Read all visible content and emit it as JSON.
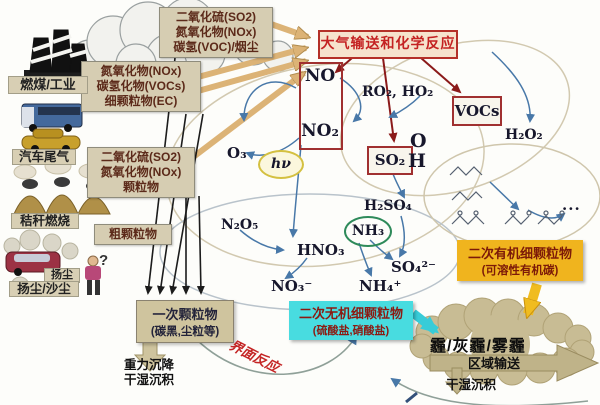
{
  "diagram": {
    "title": "大气输送和化学反应",
    "source_labels": {
      "coal_industry": "燃煤/工业",
      "vehicle_exhaust": "汽车尾气",
      "straw_burning": "秸秆燃烧",
      "dust_small": "扬尘",
      "dust_sand": "扬尘/沙尘",
      "question_mark": "?"
    },
    "emission_boxes": {
      "box1": {
        "line1": "二氧化硫(SO2)",
        "line2": "氮氧化物(NOx)",
        "line3": "碳氢(VOC)/烟尘"
      },
      "box2": {
        "line1": "氮氧化物(NOx)",
        "line2": "碳氢化物(VOCs)",
        "line3": "细颗粒物(EC)"
      },
      "box3": {
        "line1": "二氧化硫(SO2)",
        "line2": "氮氧化物(NOx)",
        "line3": "颗粒物"
      },
      "box4": {
        "line1": "粗颗粒物"
      }
    },
    "species": {
      "no": "NO",
      "no2": "NO₂",
      "ro2_ho2": "RO₂, HO₂",
      "vocs": "VOCs",
      "o3": "O₃",
      "hv": "hν",
      "so2": "SO₂",
      "o": "O",
      "h": "H",
      "h2o2": "H₂O₂",
      "h2so4": "H₂SO₄",
      "n2o5": "N₂O₅",
      "nh3": "NH₃",
      "hno3": "HNO₃",
      "so4": "SO₄²⁻",
      "no3": "NO₃⁻",
      "nh4": "NH₄⁺",
      "more": "..."
    },
    "product_boxes": {
      "primary": {
        "line1": "一次颗粒物",
        "line2": "(碳黑,尘粒等)"
      },
      "secondary_inorganic": {
        "line1": "二次无机细颗粒物",
        "line2": "(硫酸盐,硝酸盐)"
      },
      "secondary_organic": {
        "line1": "二次有机细颗粒物",
        "line2": "(可溶性有机碳)"
      }
    },
    "haze": {
      "label": "霾/灰霾/雾霾",
      "regional_transport": "区域输送",
      "dry_wet_deposition": "干湿沉积"
    },
    "deposition": {
      "gravity": "重力沉降",
      "dry_wet": "干湿沉积"
    },
    "interface_reaction": "界面反应",
    "colors": {
      "title_red": "#c42222",
      "emission_box_tan": "#d6cdb2",
      "inorganic_cyan": "#48dce0",
      "organic_orange": "#f0b41e",
      "haze_cloud_tan": "#c8bc94",
      "arrow_blue": "#4878a8",
      "arrow_tan": "#dcb376",
      "species_border_red": "#a03030",
      "nh3_green": "#2e8a5a"
    }
  }
}
